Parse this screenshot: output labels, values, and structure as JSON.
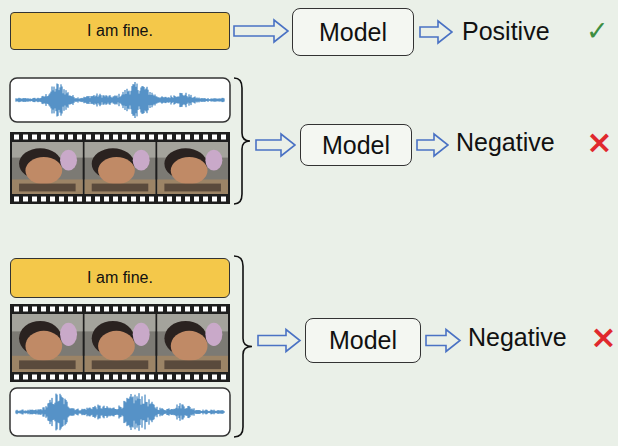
{
  "diagram": {
    "nodes": [
      {
        "text": [
          "I am fine."
        ]
      },
      {
        "text": [
          "Model"
        ]
      },
      {
        "text": [
          "Model"
        ]
      },
      {
        "text": [
          "I am fine."
        ]
      },
      {
        "text": [
          "Model"
        ]
      }
    ],
    "edges": [
      {
        "from": 0,
        "to": 1,
        "arrow": "to"
      }
    ],
    "labels": [
      "Positive",
      "✓",
      "Negative",
      "×",
      "Negative",
      "×"
    ]
  }
}
